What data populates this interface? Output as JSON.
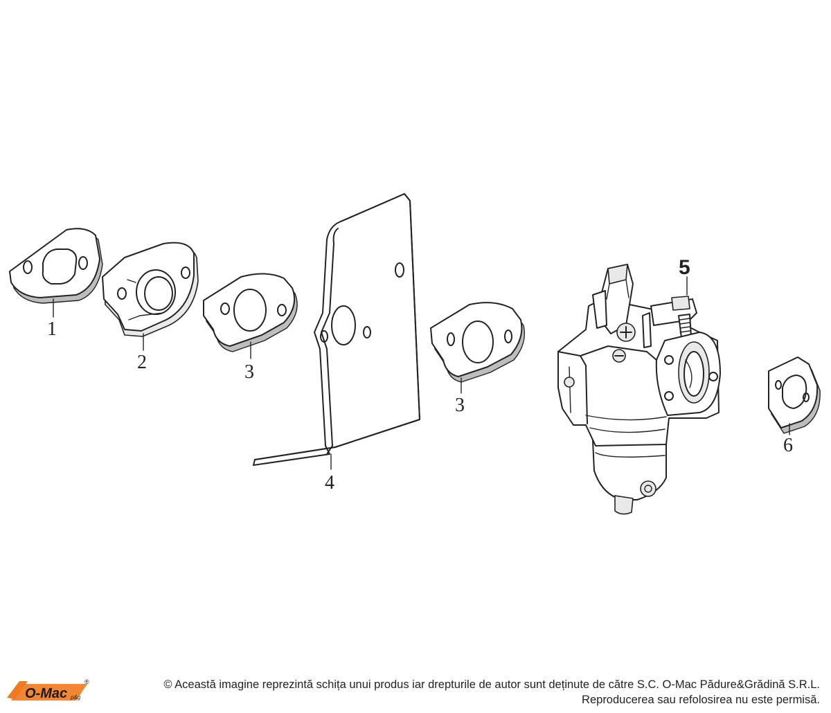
{
  "diagram": {
    "parts": [
      {
        "number": "1"
      },
      {
        "number": "2"
      },
      {
        "number": "3"
      },
      {
        "number": "3"
      },
      {
        "number": "4"
      },
      {
        "number": "5"
      },
      {
        "number": "6"
      }
    ]
  },
  "footer": {
    "logo": {
      "text": "O-Mac",
      "sub": "p&g",
      "trademark": "®",
      "accent_color": "#f07a1e"
    },
    "copyright_line1": "© Această imagine reprezintă schița unui produs iar drepturile de autor sunt deținute de către S.C. O-Mac Pădure&Grădină S.R.L.",
    "copyright_line2": "Reproducerea sau refolosirea nu este permisă."
  }
}
